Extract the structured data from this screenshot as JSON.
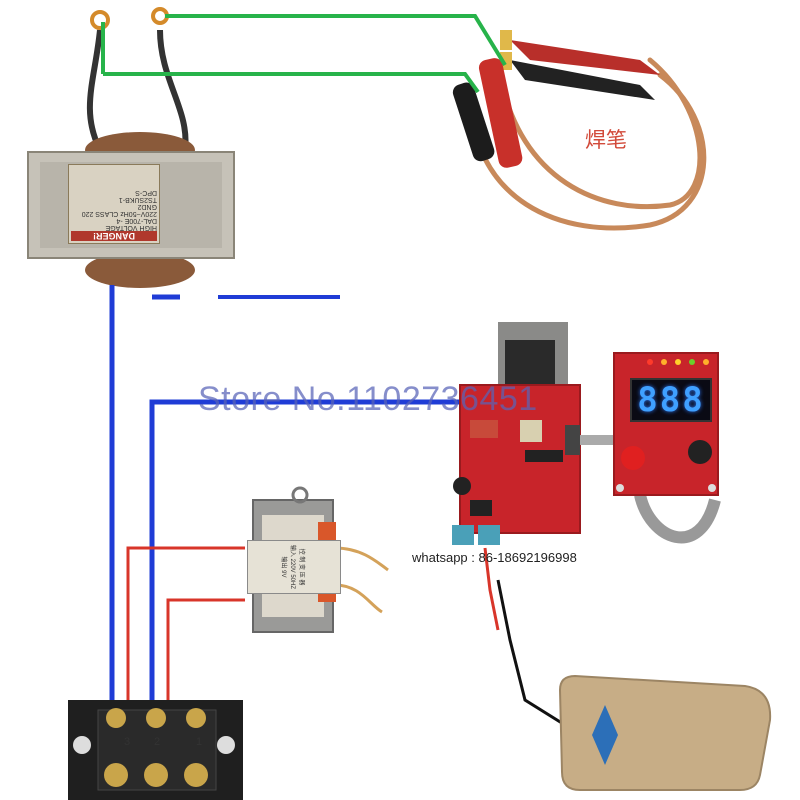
{
  "labels": {
    "weld_pen": "焊笔",
    "watermark": "Store No.1102736451",
    "contact": "whatsapp : 86-18692196998"
  },
  "display": {
    "value": "888"
  },
  "main_transformer_plate": {
    "danger": "DANGER!",
    "high_voltage": "HIGH VOLTAGE",
    "model": "DAL-700E -4",
    "rating": "220V~50Hz CLASS 220",
    "line3": "GND2",
    "line4": "TS2SUKB-1",
    "line5": "DPC-S"
  },
  "small_transformer_plate": {
    "line1": "控 制 变 压 器",
    "line2": "输入 220V 50HZ",
    "line3": "输出 9V"
  },
  "terminal_block": {
    "marks": [
      "3",
      "2",
      "1"
    ]
  },
  "colors": {
    "wire_blue": "#1f3cd6",
    "wire_green": "#27b34a",
    "wire_red": "#d8352a",
    "pcb_red": "#c8242a",
    "pen_copper": "#c8895a"
  }
}
